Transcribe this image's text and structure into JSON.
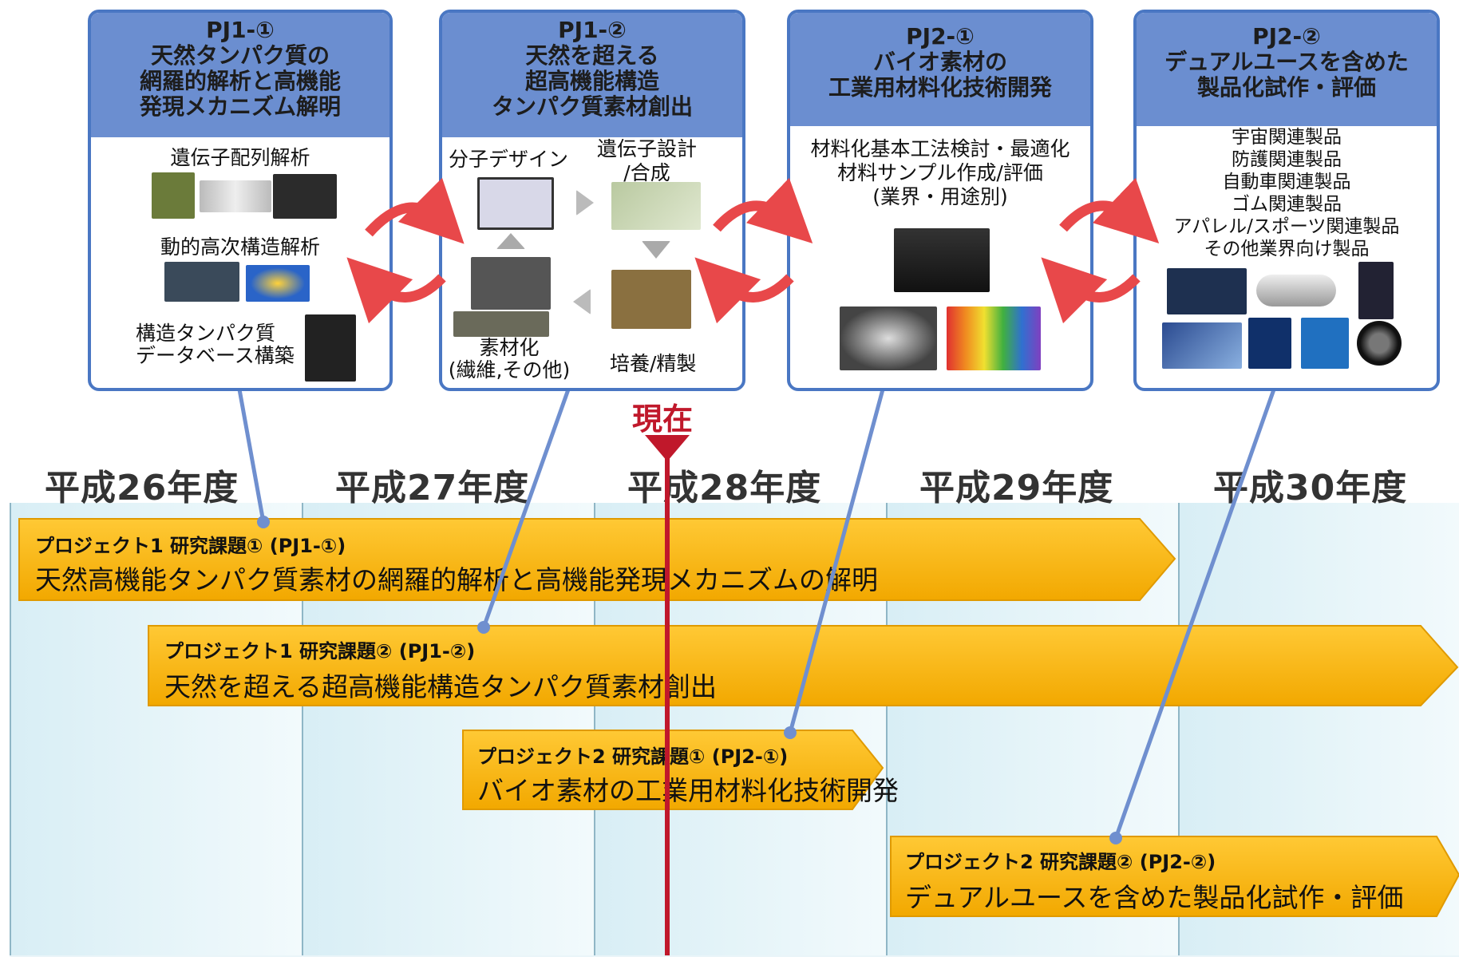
{
  "colors": {
    "card_header": "#6b8ed0",
    "card_border": "#4a77c3",
    "bar_fill": "#f7b60e",
    "now_line": "#c0182b",
    "cycle_arrow": "#e8484a"
  },
  "cards": [
    {
      "header": [
        "PJ1-①",
        "天然タンパク質の",
        "網羅的解析と高機能",
        "発現メカニズム解明"
      ],
      "items": [
        "遺伝子配列解析",
        "動的高次構造解析",
        "構造タンパク質",
        "データベース構築"
      ]
    },
    {
      "header": [
        "PJ1-②",
        "天然を超える",
        "超高機能構造",
        "タンパク質素材創出"
      ],
      "items": [
        "分子デザイン",
        "遺伝子設計",
        "/合成",
        "素材化",
        "(繊維,その他)",
        "培養/精製"
      ]
    },
    {
      "header": [
        "PJ2-①",
        "バイオ素材の",
        "工業用材料化技術開発"
      ],
      "items": [
        "材料化基本工法検討・最適化",
        "材料サンプル作成/評価",
        "(業界・用途別)"
      ]
    },
    {
      "header": [
        "PJ2-②",
        "デュアルユースを含めた",
        "製品化試作・評価"
      ],
      "items": [
        "宇宙関連製品",
        "防護関連製品",
        "自動車関連製品",
        "ゴム関連製品",
        "アパレル/スポーツ関連製品",
        "その他業界向け製品"
      ]
    }
  ],
  "now_label": "現在",
  "years": [
    "平成26年度",
    "平成27年度",
    "平成28年度",
    "平成29年度",
    "平成30年度"
  ],
  "bars": [
    {
      "title": "プロジェクト1 研究課題① (PJ1-①)",
      "desc": "天然高機能タンパク質素材の網羅的解析と高機能発現メカニズムの解明"
    },
    {
      "title": "プロジェクト1 研究課題② (PJ1-②)",
      "desc": "天然を超える超高機能構造タンパク質素材創出"
    },
    {
      "title": "プロジェクト2 研究課題① (PJ2-①)",
      "desc": "バイオ素材の工業用材料化技術開発"
    },
    {
      "title": "プロジェクト2 研究課題② (PJ2-②)",
      "desc": "デュアルユースを含めた製品化試作・評価"
    }
  ]
}
